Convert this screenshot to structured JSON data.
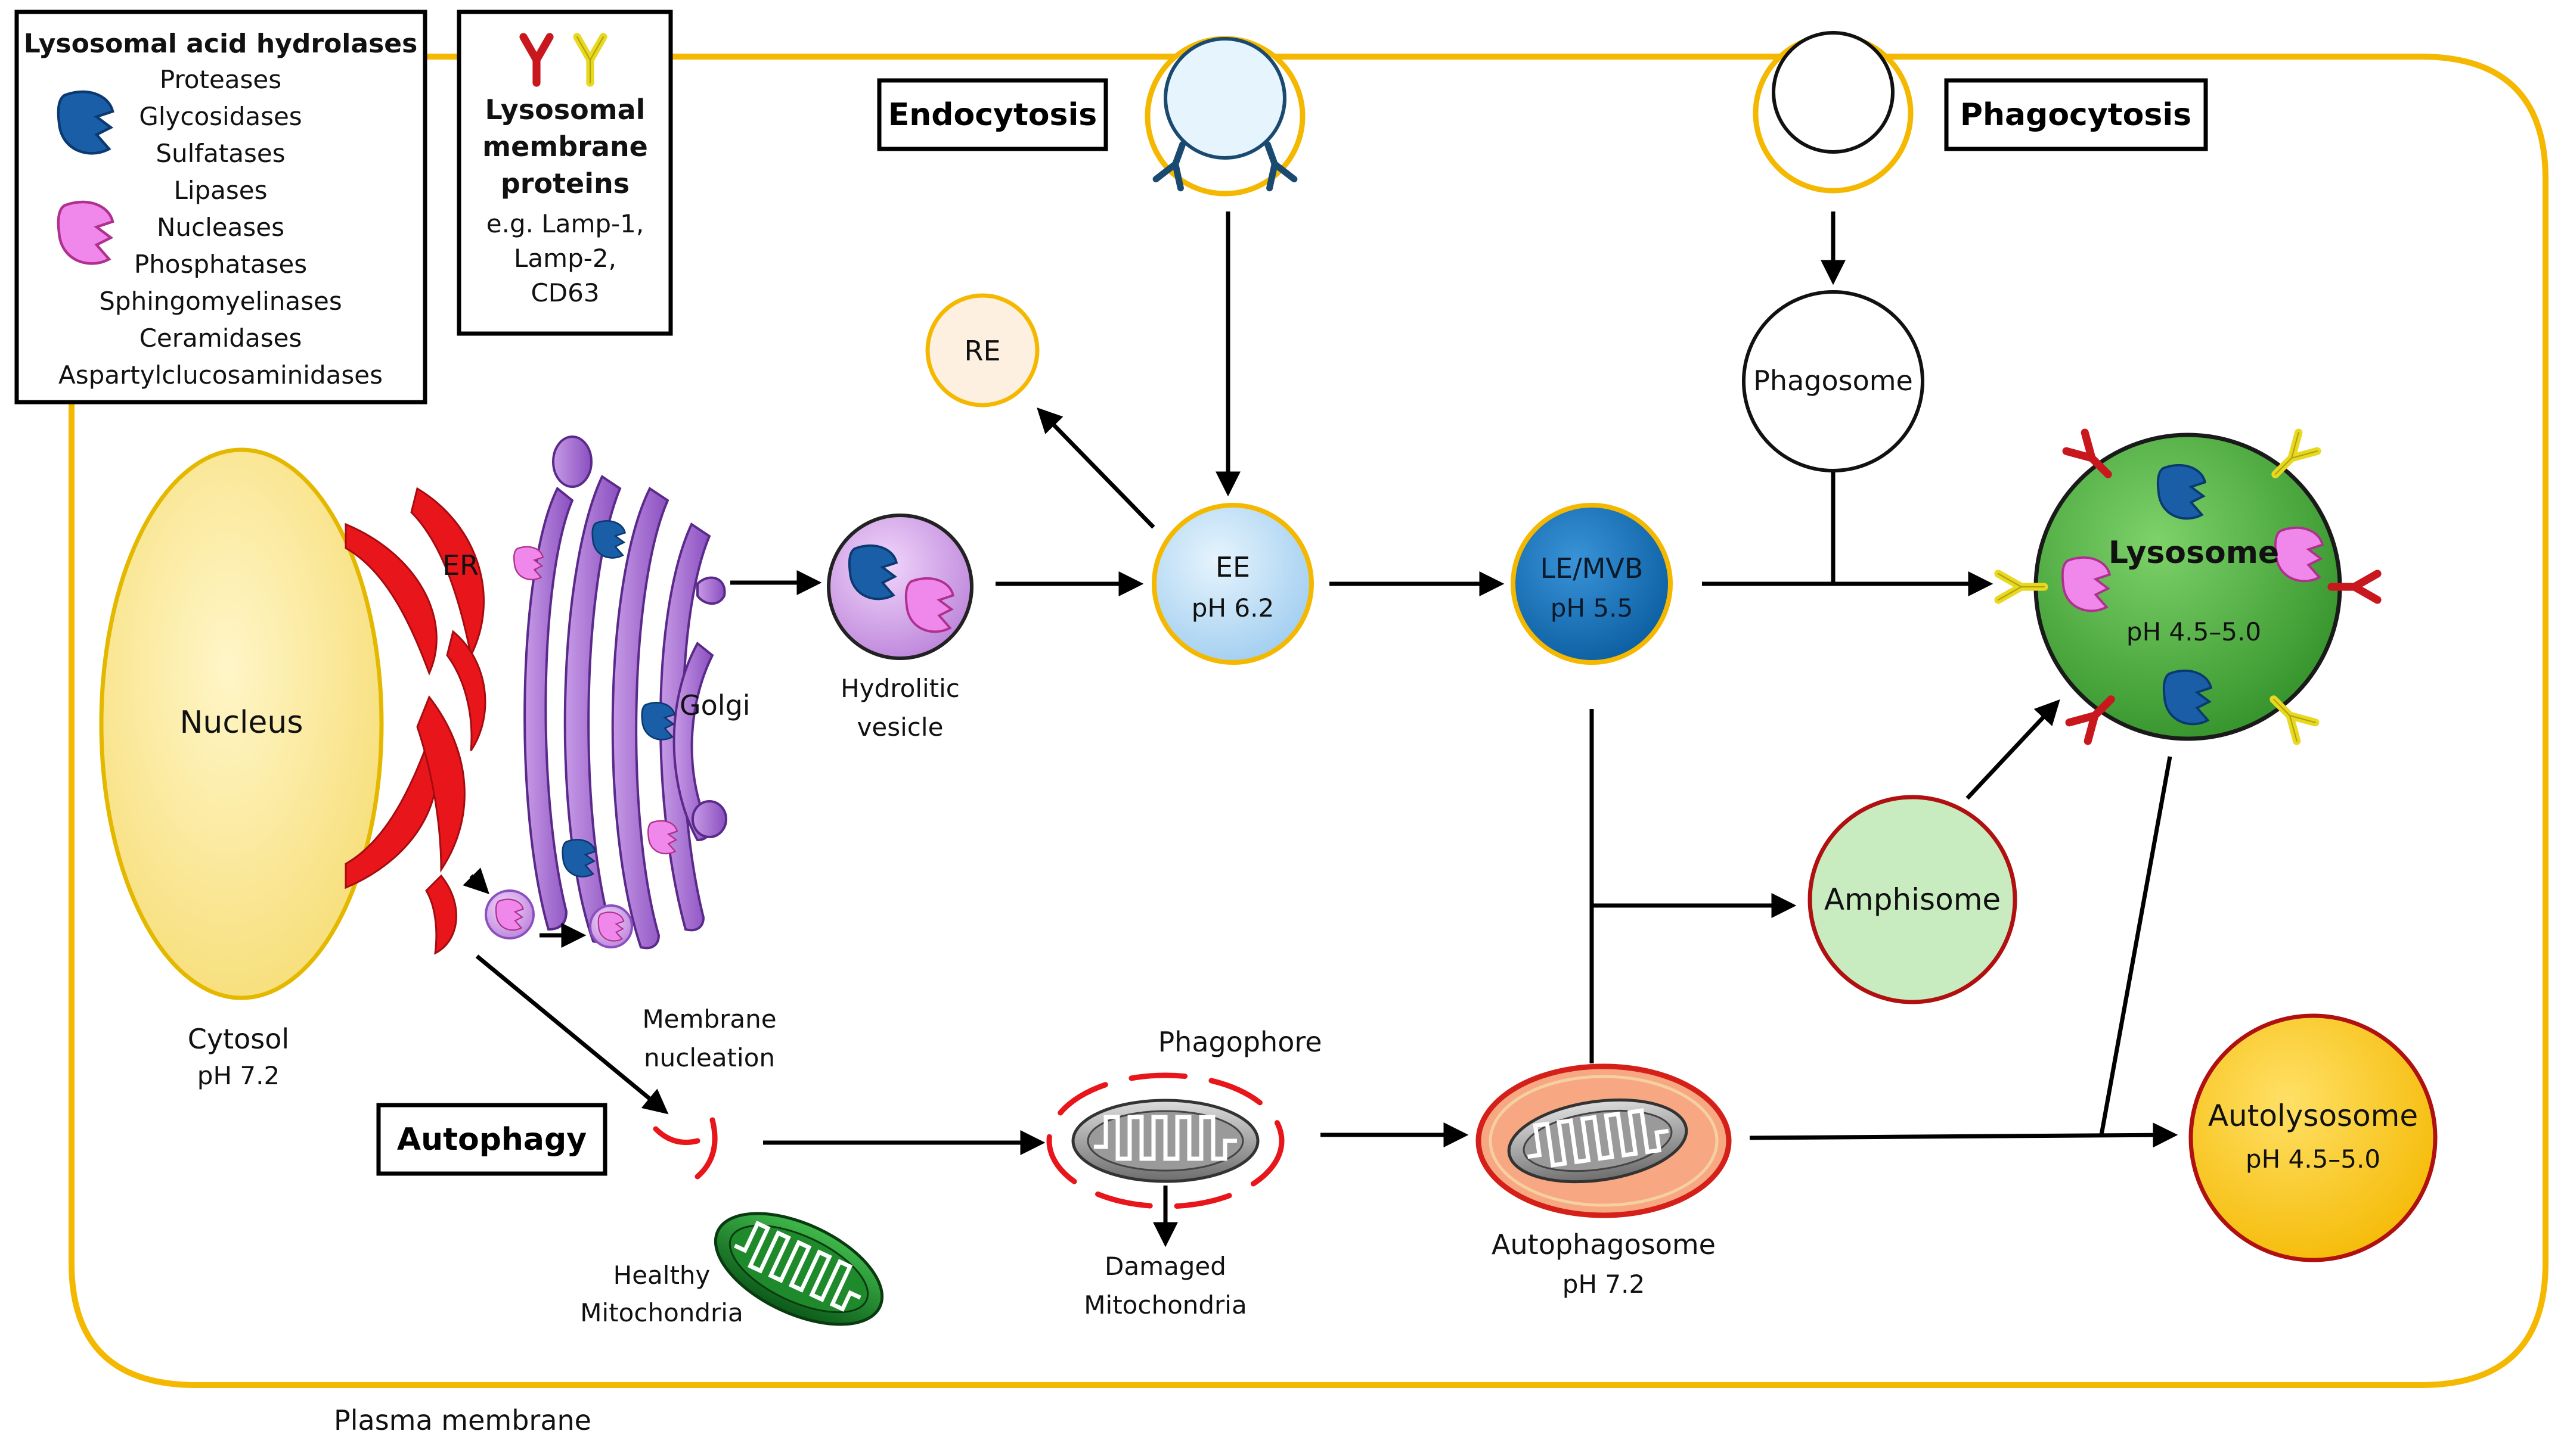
{
  "legend_hydrolases": {
    "title": "Lysosomal acid hydrolases",
    "items": [
      "Proteases",
      "Glycosidases",
      "Sulfatases",
      "Lipases",
      "Nucleases",
      "Phosphatases",
      "Sphingomyelinases",
      "Ceramidases",
      "Aspartylclucosaminidases"
    ]
  },
  "legend_membrane": {
    "title_lines": [
      "Lysosomal",
      "membrane",
      "proteins"
    ],
    "example_lines": [
      "e.g. Lamp-1,",
      "Lamp-2,",
      "CD63"
    ]
  },
  "pathways": {
    "endocytosis": "Endocytosis",
    "phagocytosis": "Phagocytosis",
    "autophagy": "Autophagy"
  },
  "labels": {
    "nucleus": "Nucleus",
    "er": "ER",
    "golgi": "Golgi",
    "cytosol": "Cytosol",
    "cytosol_ph": "pH 7.2",
    "hydrolytic_vesicle_1": "Hydrolitic",
    "hydrolytic_vesicle_2": "vesicle",
    "re": "RE",
    "ee": "EE",
    "ee_ph": "pH 6.2",
    "le_mvb": "LE/MVB",
    "le_mvb_ph": "pH 5.5",
    "phagosome": "Phagosome",
    "lysosome": "Lysosome",
    "lysosome_ph": "pH 4.5–5.0",
    "amphisome": "Amphisome",
    "autolysosome": "Autolysosome",
    "autolysosome_ph": "pH 4.5–5.0",
    "membrane_nucleation_1": "Membrane",
    "membrane_nucleation_2": "nucleation",
    "phagophore": "Phagophore",
    "damaged_mito_1": "Damaged",
    "damaged_mito_2": "Mitochondria",
    "healthy_mito_1": "Healthy",
    "healthy_mito_2": "Mitochondria",
    "autophagosome": "Autophagosome",
    "autophagosome_ph": "pH 7.2",
    "plasma_membrane": "Plasma membrane"
  },
  "colors": {
    "membrane": "#f5b800",
    "nucleus_fill": "#fbe89a",
    "er": "#e8151b",
    "golgi": "#a066d0",
    "hydrolase_blue": "#1a5ea8",
    "hydrolase_pink": "#f080e8",
    "ee_fill": "#bde0f7",
    "le_fill": "#0d6fbb",
    "lysosome_fill": "#4cae3c",
    "amphisome_fill": "#c8ecc0",
    "autolysosome_fill": "#ffc800",
    "autophagosome_fill": "#f7a882",
    "re_fill": "#fdf0e0",
    "receptor_red": "#c8181e",
    "receptor_yellow": "#f0e020"
  },
  "icons": [
    "hydrolase-blue-icon",
    "hydrolase-pink-icon",
    "receptor-red-icon",
    "receptor-yellow-icon",
    "mitochondrion-icon"
  ]
}
